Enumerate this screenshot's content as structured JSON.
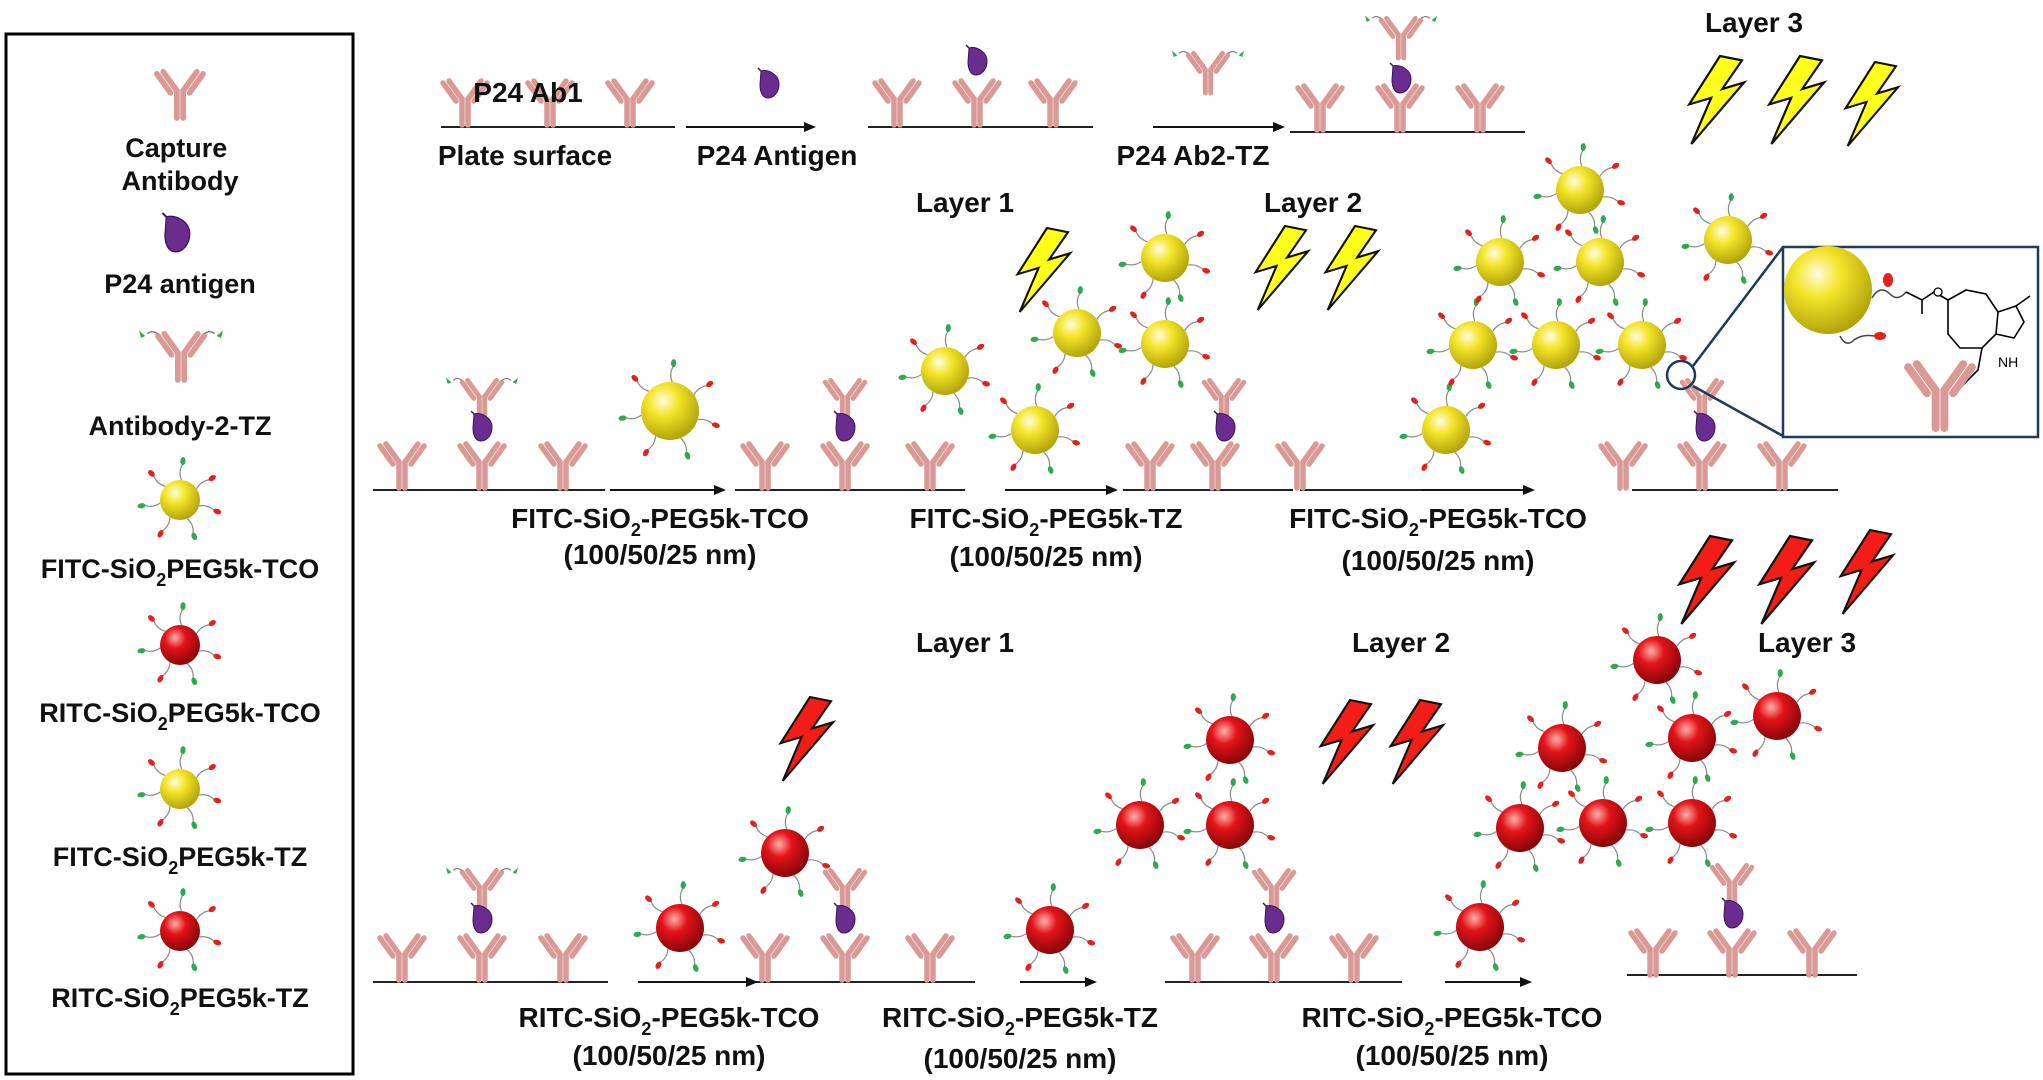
{
  "legend": {
    "items": [
      {
        "kind": "antibody",
        "text": "Capture Antibody"
      },
      {
        "kind": "antigen",
        "text": "P24 antigen"
      },
      {
        "kind": "antibody-tz",
        "text": "Antibody-2-TZ"
      },
      {
        "kind": "np-yellow-tco",
        "text": "FITC-SiO",
        "sub": "2",
        "tail": "PEG5k-TCO"
      },
      {
        "kind": "np-red-tco",
        "text": "RITC-SiO",
        "sub": "2",
        "tail": "PEG5k-TCO"
      },
      {
        "kind": "np-yellow-tz",
        "text": "FITC-SiO",
        "sub": "2",
        "tail": "PEG5k-TZ"
      },
      {
        "kind": "np-red-tz",
        "text": "RITC-SiO",
        "sub": "2",
        "tail": "PEG5k-TZ"
      }
    ]
  },
  "top_row": {
    "ab1": "P24 Ab1",
    "plate": "Plate surface",
    "antigen": "P24 Antigen",
    "ab2": "P24 Ab2-TZ",
    "layer3": "Layer 3"
  },
  "fitc_row": {
    "layer1": "Layer 1",
    "layer2": "Layer 2",
    "steps": [
      {
        "pre": "FITC-SiO",
        "sub": "2",
        "post": "-PEG5k-TCO",
        "size": "(100/50/25 nm)"
      },
      {
        "pre": "FITC-SiO",
        "sub": "2",
        "post": "-PEG5k-TZ",
        "size": "(100/50/25 nm)"
      },
      {
        "pre": "FITC-SiO",
        "sub": "2",
        "post": "-PEG5k-TCO",
        "size": "(100/50/25 nm)"
      }
    ]
  },
  "ritc_row": {
    "layer1": "Layer 1",
    "layer2": "Layer 2",
    "layer3": "Layer 3",
    "steps": [
      {
        "pre": "RITC-SiO",
        "sub": "2",
        "post": "-PEG5k-TCO",
        "size": "(100/50/25 nm)"
      },
      {
        "pre": "RITC-SiO",
        "sub": "2",
        "post": "-PEG5k-TZ",
        "size": "(100/50/25 nm)"
      },
      {
        "pre": "RITC-SiO",
        "sub": "2",
        "post": "-PEG5k-TCO",
        "size": "(100/50/25 nm)"
      }
    ]
  },
  "chemistry_inset": {
    "label": "NH"
  },
  "colors": {
    "antibody": "#d99a96",
    "antibody_stroke": "#b87470",
    "antigen": "#6a2c8e",
    "tz_tag": "#2fa84f",
    "tco_tag": "#e3211b",
    "yellow_np": "#f2e21a",
    "red_np": "#e0141a",
    "bolt_yellow": "#ffff1a",
    "bolt_red": "#f21d16"
  }
}
